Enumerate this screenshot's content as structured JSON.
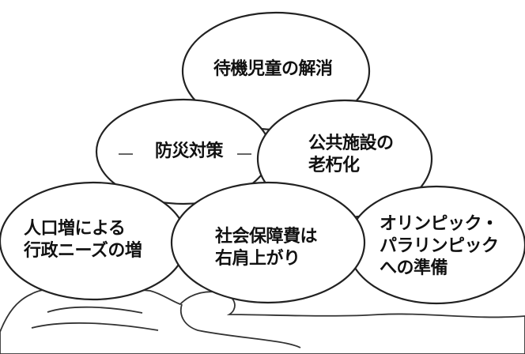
{
  "bubbles": [
    {
      "id": "top",
      "lines": [
        "待機児童の解消"
      ]
    },
    {
      "id": "mid-left",
      "lines": [
        "防災対策"
      ]
    },
    {
      "id": "mid-right",
      "lines": [
        "公共施設の",
        "老朽化"
      ]
    },
    {
      "id": "bot-left",
      "lines": [
        "人口増による",
        "行政ニーズの増"
      ]
    },
    {
      "id": "bot-center",
      "lines": [
        "社会保障費は",
        "右肩上がり"
      ]
    },
    {
      "id": "bot-right",
      "lines": [
        "オリンピック・",
        "パラリンピック",
        "への準備"
      ]
    }
  ],
  "colors": {
    "ink": "#222222",
    "paper": "#ffffff"
  }
}
